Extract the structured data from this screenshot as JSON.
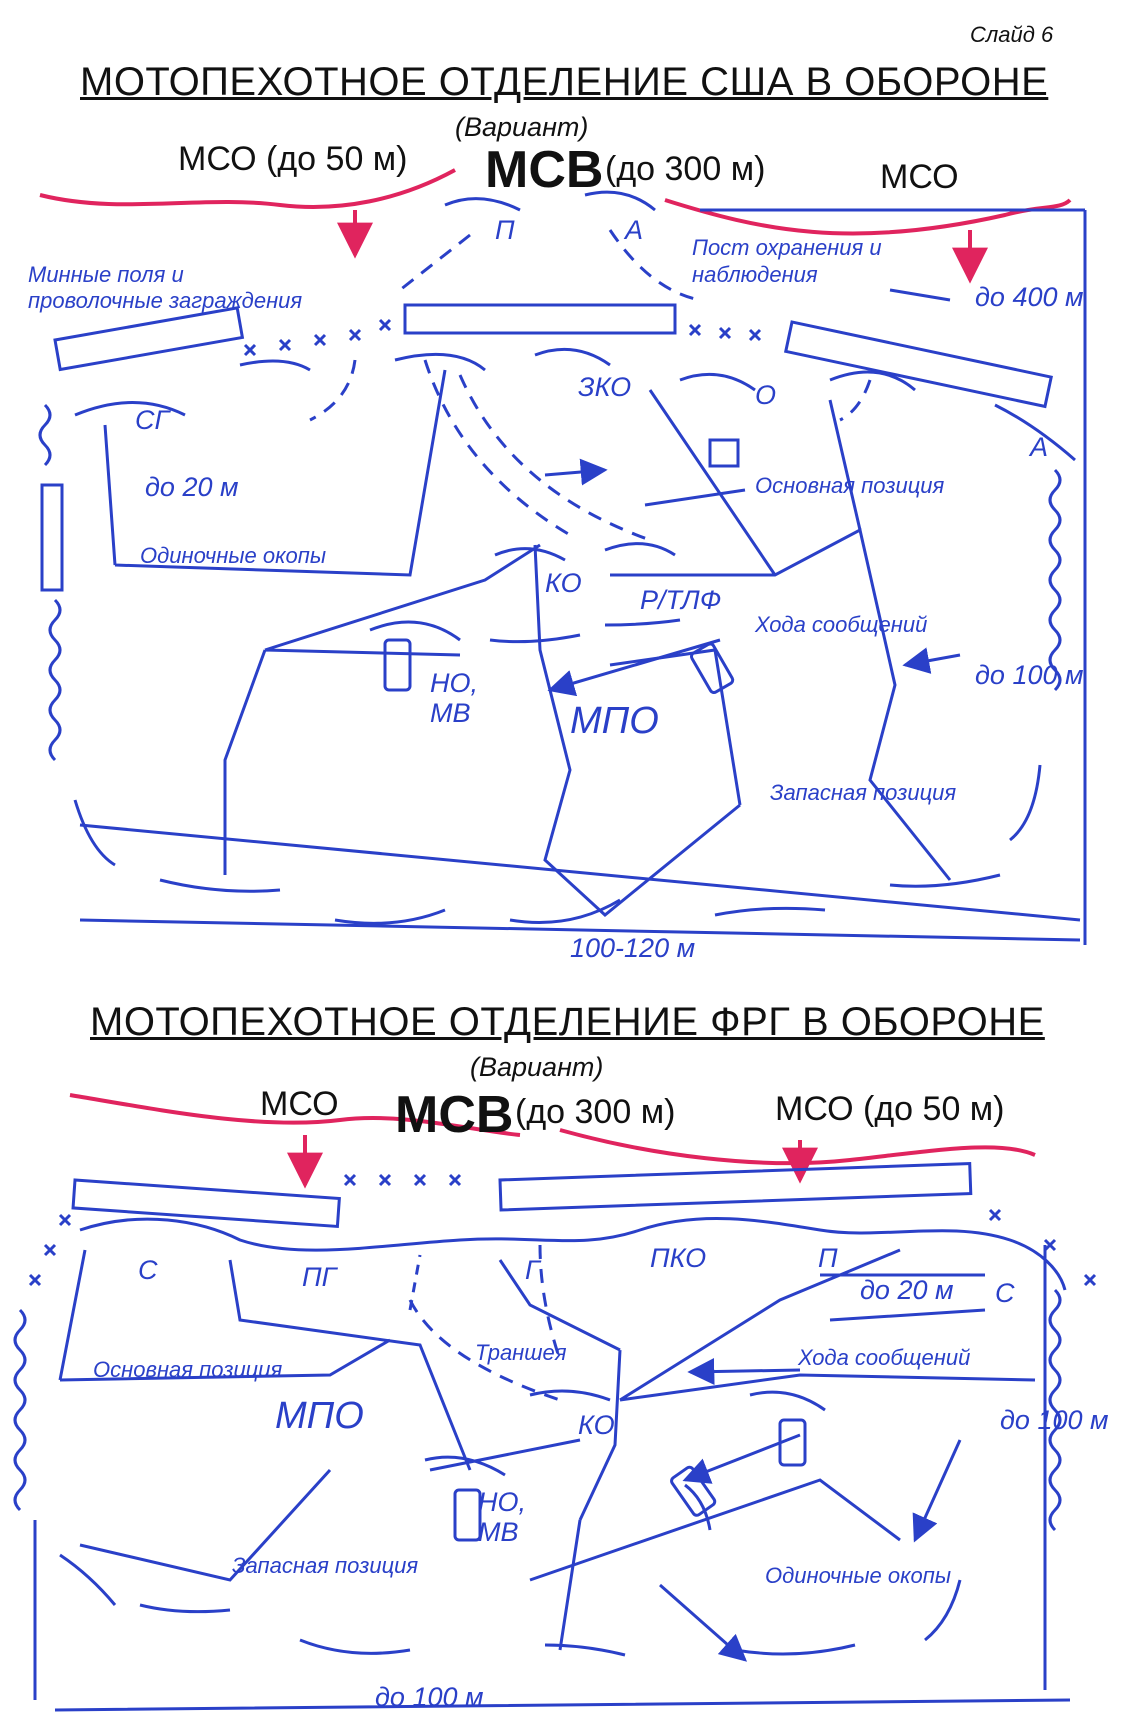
{
  "slide_label": "Слайд 6",
  "top": {
    "title": "МОТОПЕХОТНОЕ ОТДЕЛЕНИЕ США В ОБОРОНЕ",
    "variant": "(Вариант)",
    "mso_left": "МСО (до 50 м)",
    "msv": "МСВ",
    "msv_range": "(до 300 м)",
    "mso_right": "МСО",
    "labels": {
      "minefields": "Минные поля и\nпроволочные заграждения",
      "outpost_1": "Пост охранения и",
      "outpost_2": "наблюдения",
      "range_400": "до 400 м",
      "p": "П",
      "a_top": "А",
      "sg": "СГ",
      "zko": "ЗКО",
      "o": "О",
      "a_right": "А",
      "range_20": "до 20 м",
      "main_position": "Основная позиция",
      "single_trenches": "Одиночные окопы",
      "ko": "КО",
      "radio": "Р/ТЛФ",
      "comm_trenches": "Хода сообщений",
      "no_mv_1": "НО,",
      "no_mv_2": "МВ",
      "range_100": "до 100 м",
      "mpo": "МПО",
      "reserve_position": "Запасная позиция",
      "width": "100-120 м"
    }
  },
  "bottom": {
    "title": "МОТОПЕХОТНОЕ ОТДЕЛЕНИЕ ФРГ В ОБОРОНЕ",
    "variant": "(Вариант)",
    "mso_left": "МСО",
    "msv": "МСВ",
    "msv_range": "(до 300 м)",
    "mso_right": "МСО (до 50 м)",
    "labels": {
      "c_left": "С",
      "pg": "ПГ",
      "g": "Г",
      "pko": "ПКО",
      "p": "П",
      "range_20": "до 20 м",
      "c_right": "С",
      "main_position": "Основная позиция",
      "trench": "Траншея",
      "comm_trenches": "Хода сообщений",
      "mpo": "МПО",
      "ko": "КО",
      "range_100": "до 100 м",
      "no_mv_1": "НО,",
      "no_mv_2": "МВ",
      "reserve_position": "Запасная позиция",
      "single_trenches": "Одиночные окопы",
      "width": "до 100 м"
    }
  },
  "colors": {
    "ink": "#2a40c8",
    "enemy_front": "#e0245e",
    "text": "#111111"
  }
}
